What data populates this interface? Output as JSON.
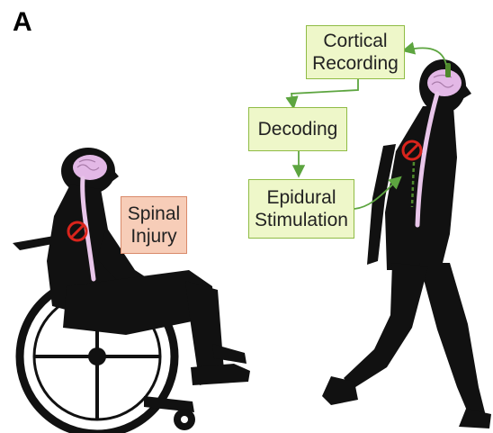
{
  "panel_label": "A",
  "labels": {
    "injury": [
      "Spinal",
      "Injury"
    ],
    "recording": [
      "Cortical",
      "Recording"
    ],
    "decoding": "Decoding",
    "stimulation": [
      "Epidural",
      "Stimulation"
    ]
  },
  "colors": {
    "silhouette": "#111111",
    "brain": "#e3b8e6",
    "spinal_cord": "#e9c6ea",
    "lesion": "#d9241c",
    "arrow": "#5da540",
    "electrode": "#4f8a2c",
    "box_green_fill": "#eef7c9",
    "box_green_border": "#8fbc45",
    "box_red_fill": "#f7cdb8",
    "box_red_border": "#d98a6a"
  },
  "icons": [
    "wheelchair-icon",
    "lesion-icon",
    "electrode-icon",
    "brain-icon"
  ]
}
